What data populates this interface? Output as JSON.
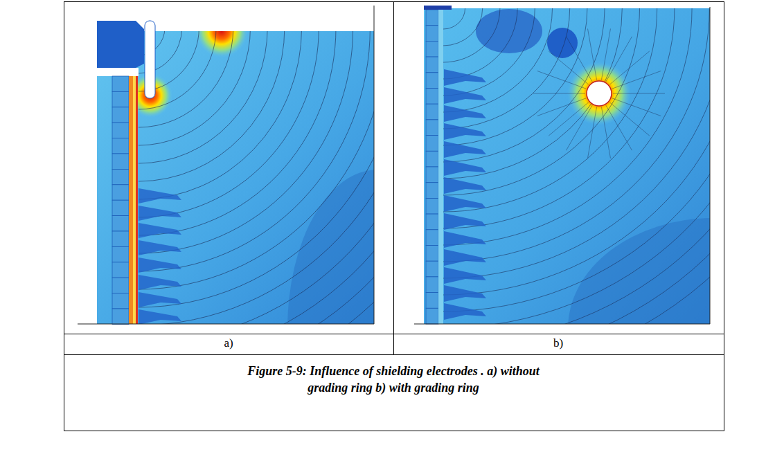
{
  "diagram": {
    "caption": "Figure 5-9: Influence of shielding electrodes . a) without grading ring b) with grading ring",
    "labels": [
      "a)",
      "b)"
    ]
  }
}
